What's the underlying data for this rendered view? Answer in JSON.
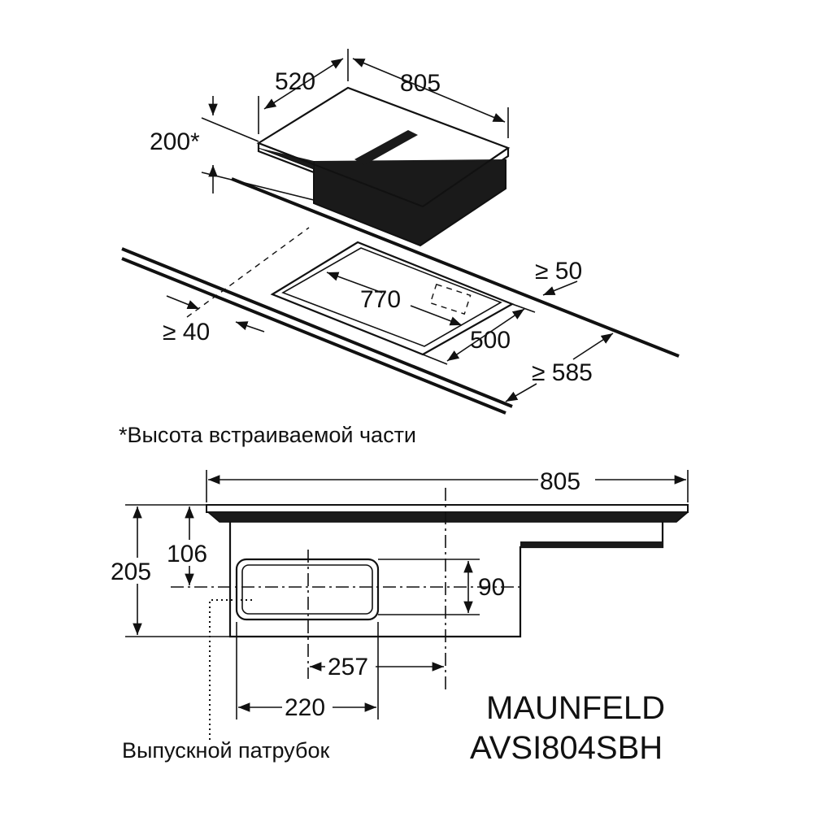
{
  "top_view": {
    "depth": "520",
    "width": "805",
    "height_note": "200*",
    "cutout_width": "770",
    "cutout_depth": "500",
    "rear_clearance": "≥ 50",
    "front_clearance": "≥ 40",
    "worktop_depth": "≥ 585"
  },
  "footnote": "*Высота встраиваемой части",
  "side_view": {
    "overall_width": "805",
    "total_height": "205",
    "duct_center_height": "106",
    "duct_height": "90",
    "duct_center_offset": "257",
    "duct_width": "220",
    "outlet_label": "Выпускной патрубок"
  },
  "brand": {
    "name": "MAUNFELD",
    "model": "AVSI804SBH"
  }
}
